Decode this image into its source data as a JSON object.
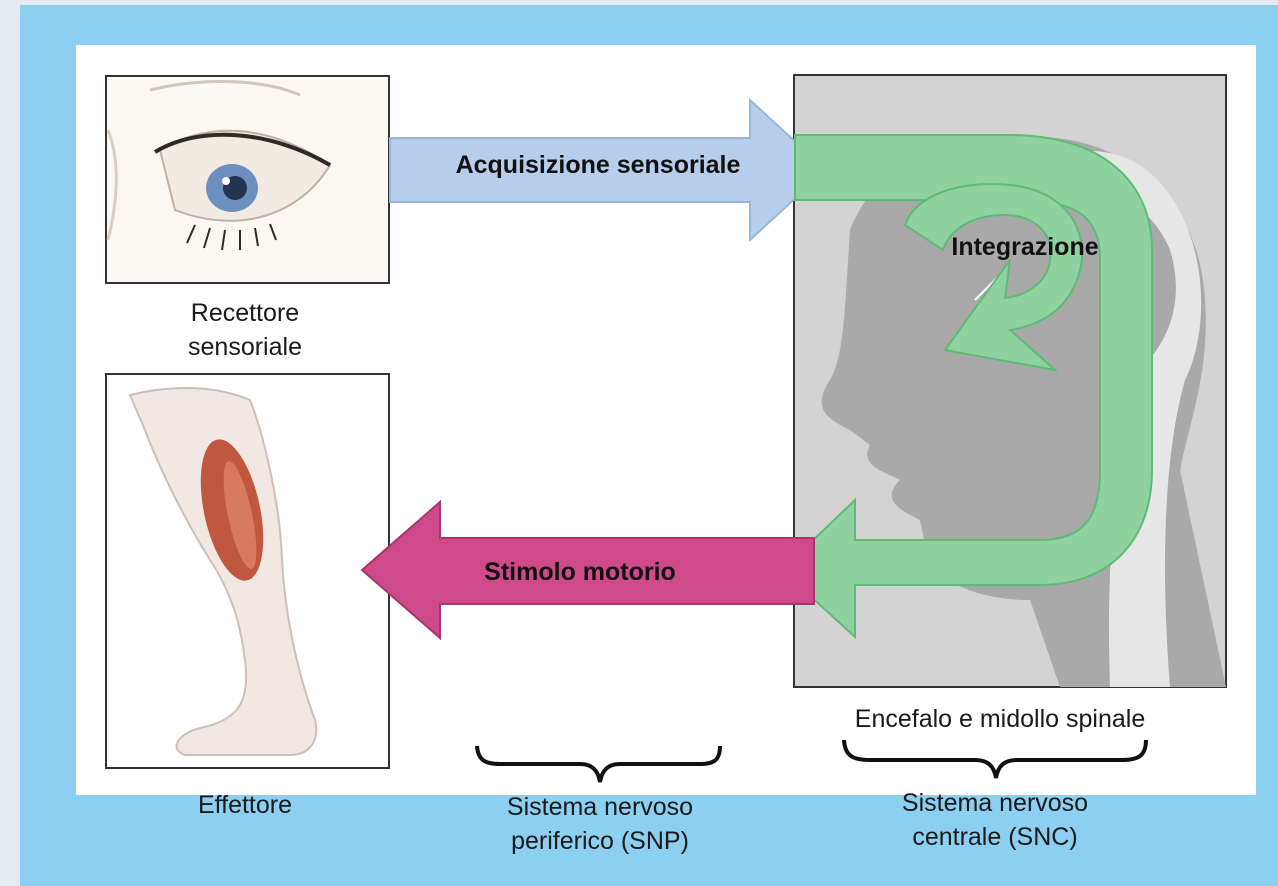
{
  "diagram": {
    "arrows": {
      "sensory_input": "Acquisizione sensoriale",
      "integration": "Integrazione",
      "motor_output": "Stimolo motorio"
    },
    "captions": {
      "receptor_line1": "Recettore",
      "receptor_line2": "sensoriale",
      "effector": "Effettore",
      "cns_organs": "Encefalo e midollo spinale",
      "pns_line1": "Sistema nervoso",
      "pns_line2": "periferico (SNP)",
      "cns_line1": "Sistema nervoso",
      "cns_line2": "centrale (SNC)"
    },
    "colors": {
      "background": "#8dcff0",
      "panel": "#ffffff",
      "sensory_arrow": "#b7cdec",
      "integration_arrow": "#8fd29f",
      "motor_arrow": "#cf4a8b",
      "head_box": "#d3d3d3",
      "head_silhouette": "#a9a9a9"
    }
  }
}
